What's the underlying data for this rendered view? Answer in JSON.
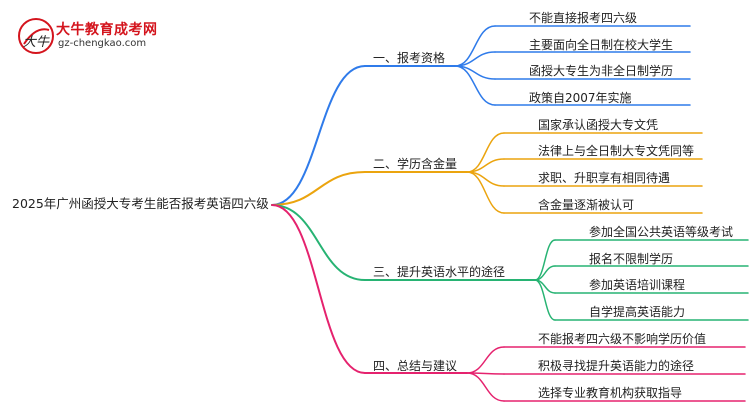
{
  "watermark": {
    "name": "大牛教育成考网",
    "url": "gz-chengkao.com",
    "logo_text": "大牛"
  },
  "mindmap": {
    "root": "2025年广州函授大专考生能否报考英语四六级",
    "branches": [
      {
        "label": "一、报考资格",
        "color": "#2f7bea",
        "children": [
          "不能直接报考四六级",
          "主要面向全日制在校大学生",
          "函授大专生为非全日制学历",
          "政策自2007年实施"
        ]
      },
      {
        "label": "二、学历含金量",
        "color": "#eba40e",
        "children": [
          "国家承认函授大专文凭",
          "法律上与全日制大专文凭同等",
          "求职、升职享有相同待遇",
          "含金量逐渐被认可"
        ]
      },
      {
        "label": "三、提升英语水平的途径",
        "color": "#27b373",
        "children": [
          "参加全国公共英语等级考试",
          "报名不限制学历",
          "参加英语培训课程",
          "自学提高英语能力"
        ]
      },
      {
        "label": "四、总结与建议",
        "color": "#e5226e",
        "children": [
          "不能报考四六级不影响学历价值",
          "积极寻找提升英语能力的途径",
          "选择专业教育机构获取指导"
        ]
      }
    ]
  }
}
